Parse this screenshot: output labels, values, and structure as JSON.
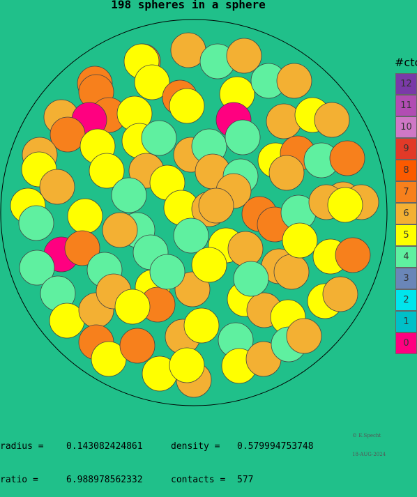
{
  "title": "198 spheres in a sphere",
  "legend": {
    "title": "#ctc",
    "entries": [
      {
        "label": "12",
        "color": "#7a3aa8"
      },
      {
        "label": "11",
        "color": "#b24db3"
      },
      {
        "label": "10",
        "color": "#cf78c6"
      },
      {
        "label": "9",
        "color": "#e23a28"
      },
      {
        "label": "8",
        "color": "#fb5a00"
      },
      {
        "label": "7",
        "color": "#f7801c"
      },
      {
        "label": "6",
        "color": "#f3b033"
      },
      {
        "label": "5",
        "color": "#ffff00"
      },
      {
        "label": "4",
        "color": "#5ff0a0"
      },
      {
        "label": "3",
        "color": "#6a86b8"
      },
      {
        "label": "2",
        "color": "#00e5ec"
      },
      {
        "label": "1",
        "color": "#00c0c8"
      },
      {
        "label": "0",
        "color": "#ff0080"
      }
    ]
  },
  "stats": {
    "radius_label": "radius =",
    "radius_value": "0.143082424861",
    "density_label": "density =",
    "density_value": "0.579994753748",
    "ratio_label": "ratio =",
    "ratio_value": "6.988978562332",
    "contacts_label": "contacts =",
    "contacts_value": "577"
  },
  "credit": {
    "line1": "© E.Specht",
    "line2": "18-AUG-2024"
  },
  "colors": {
    "background": "#20c08a",
    "container_stroke": "#000000"
  }
}
